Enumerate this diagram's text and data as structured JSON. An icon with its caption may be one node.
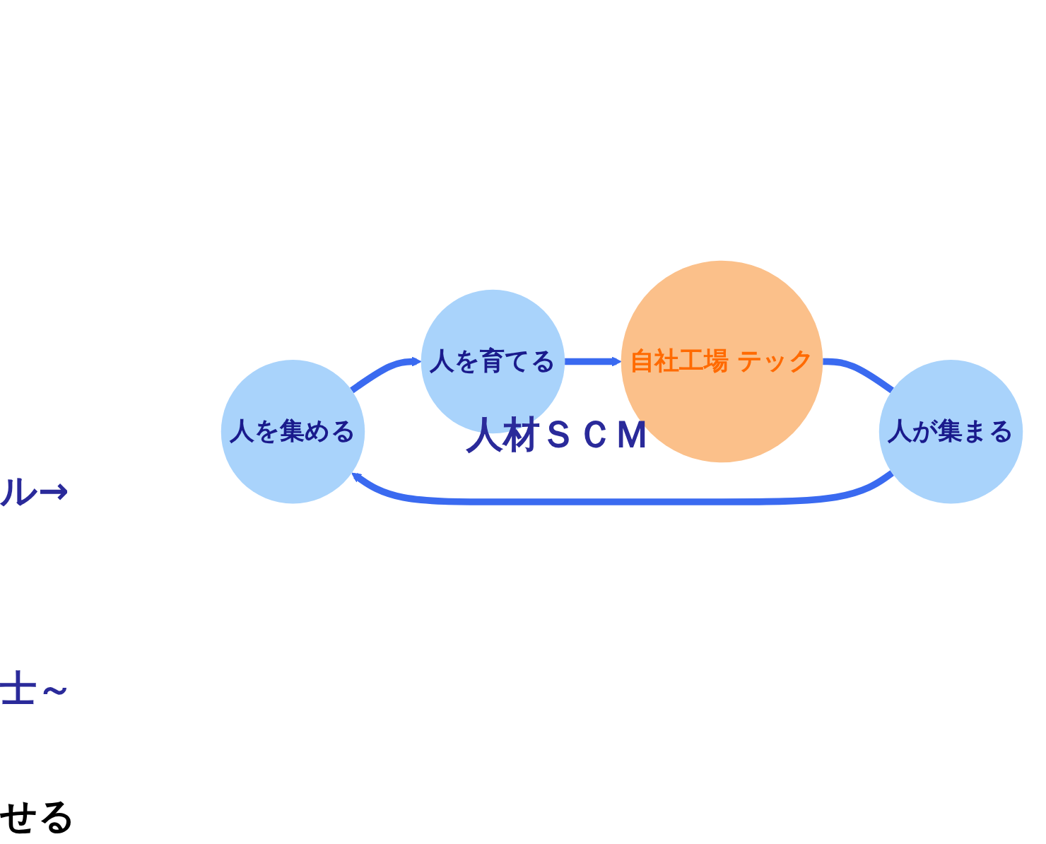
{
  "diagram": {
    "nodes": [
      {
        "text": [
          "人を集める"
        ]
      },
      {
        "text": [
          "人を育てる"
        ]
      },
      {
        "text": [
          "自社工場 テック"
        ]
      },
      {
        "text": [
          "人が集まる"
        ]
      }
    ],
    "edges": [
      {
        "from": 3,
        "to": 0,
        "arrow": "to"
      },
      {
        "from": 0,
        "to": 1,
        "arrow": "to"
      },
      {
        "from": 1,
        "to": 2,
        "arrow": "to"
      },
      {
        "from": 2,
        "to": 3,
        "arrow": "none"
      }
    ],
    "labels": [
      "人材ＳＣＭ",
      "ル→",
      "士～",
      "せる"
    ]
  }
}
